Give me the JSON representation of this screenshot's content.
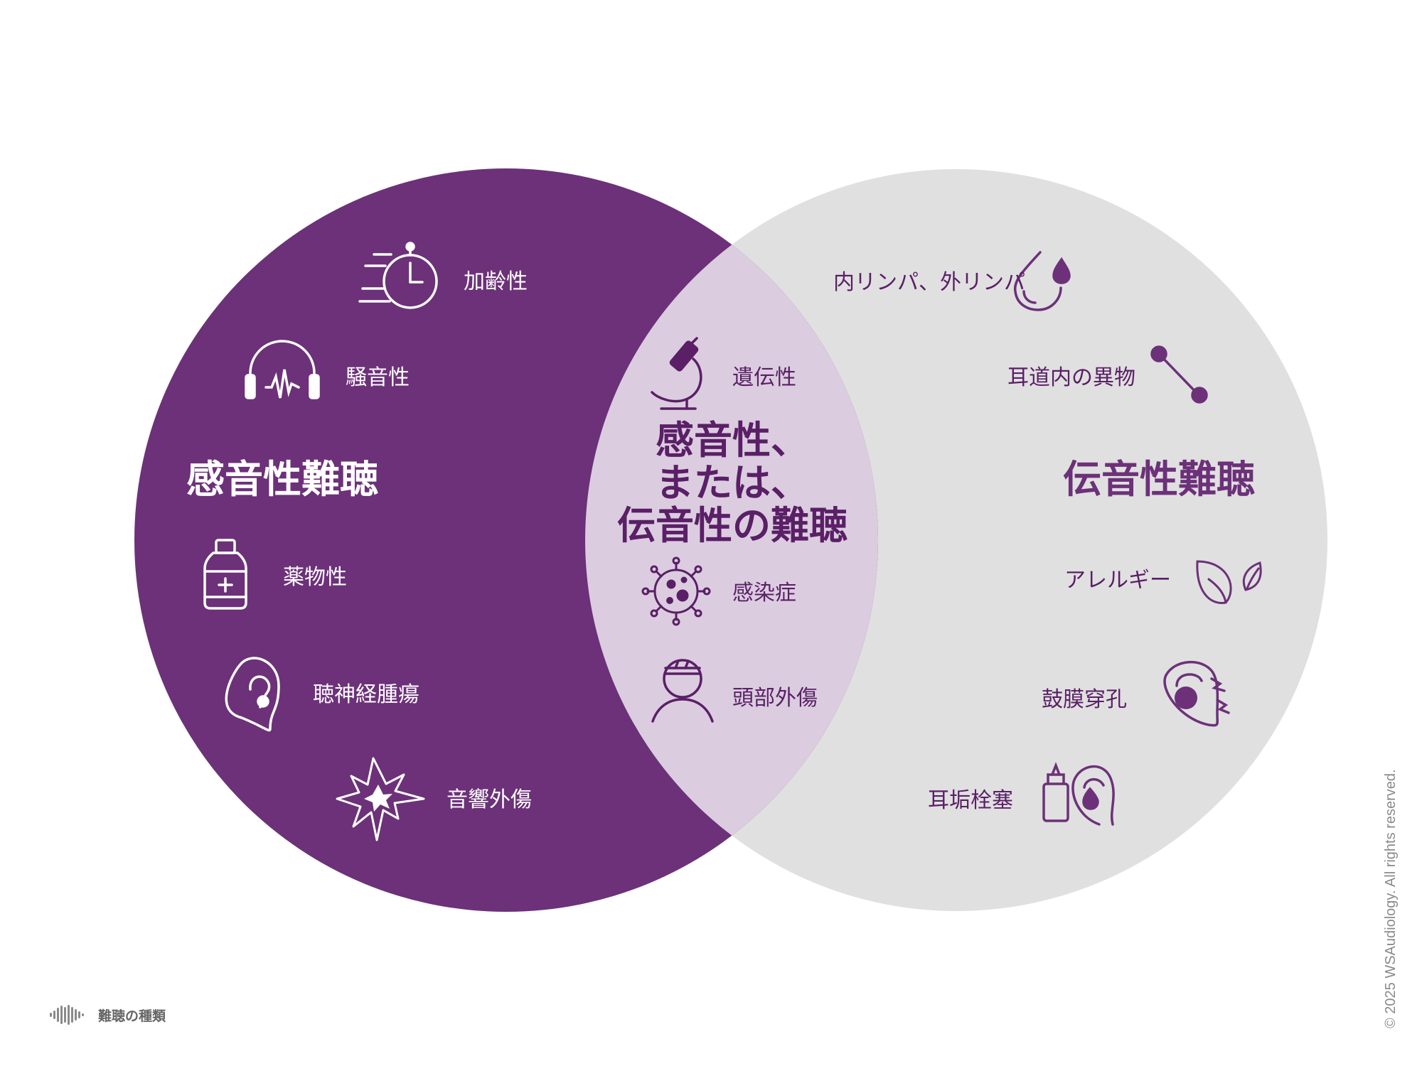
{
  "left_circle": {
    "heading": "感音性難聴",
    "color": "#6c3179",
    "items": [
      {
        "label": "加齢性",
        "icon": "clock-speed-icon"
      },
      {
        "label": "騒音性",
        "icon": "headphones-icon"
      },
      {
        "label": "薬物性",
        "icon": "medicine-bottle-icon"
      },
      {
        "label": "聴神経腫瘍",
        "icon": "ear-icon"
      },
      {
        "label": "音響外傷",
        "icon": "explosion-icon"
      }
    ]
  },
  "right_circle": {
    "heading": "伝音性難聴",
    "color": "#e0e0e0",
    "items": [
      {
        "label": "内リンパ、外リンパ",
        "icon": "water-drop-icon"
      },
      {
        "label": "耳道内の異物",
        "icon": "connector-icon"
      },
      {
        "label": "アレルギー",
        "icon": "leaves-icon"
      },
      {
        "label": "鼓膜穿孔",
        "icon": "ear-damage-icon"
      },
      {
        "label": "耳垢栓塞",
        "icon": "ear-drops-icon"
      }
    ]
  },
  "overlap": {
    "heading_lines": [
      "感音性、",
      "または、",
      "伝音性の難聴"
    ],
    "color": "#dbcddf",
    "items": [
      {
        "label": "遺伝性",
        "icon": "microscope-icon"
      },
      {
        "label": "感染症",
        "icon": "virus-icon"
      },
      {
        "label": "頭部外傷",
        "icon": "head-injury-icon"
      }
    ]
  },
  "footer": {
    "title": "難聴の種類",
    "icon": "sound-wave-logo-icon"
  },
  "copyright": "© 2025 WSAudiology. All rights reserved."
}
